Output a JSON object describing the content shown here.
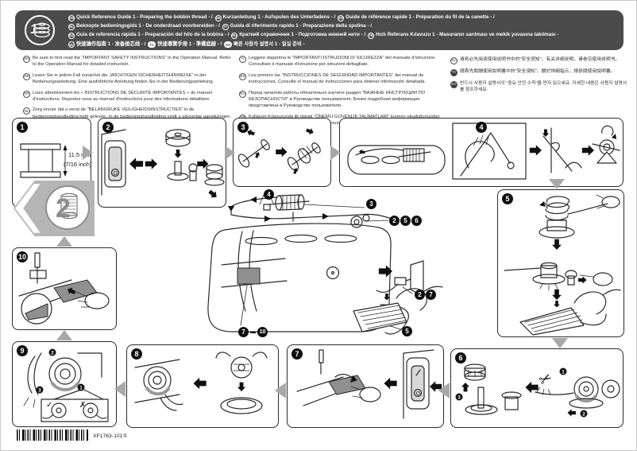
{
  "sheet": {
    "part_code": "XF1763-101①"
  },
  "header": {
    "badge_number": "1",
    "lines": [
      [
        {
          "code": "EN",
          "text": "Quick Reference Guide 1 - Preparing the bobbin thread - /"
        },
        {
          "code": "DE",
          "text": "Kurzanleitung 1 - Aufspulen des Unterfadens - /"
        },
        {
          "code": "FR",
          "text": "Guide de référence rapide 1 - Préparation du fil de la canette - /"
        }
      ],
      [
        {
          "code": "NL",
          "text": "Beknopte bedieningsgids 1 - De onderdraad voorbereiden - /"
        },
        {
          "code": "IT",
          "text": "Guida di riferimento rapido 1 - Preparazione della spolina - /"
        }
      ],
      [
        {
          "code": "ES",
          "text": "Guía de referencia rápida 1 - Preparación del hilo de la bobina - /"
        },
        {
          "code": "RU",
          "text": "Краткий справочник 1 - Подготовка нижней нити - /"
        },
        {
          "code": "TR",
          "text": "Hızlı Referans Kılavuzu 1 - Masuranın sarılması ve mekik yuvasına takılması -"
        }
      ],
      [
        {
          "code": "SC",
          "text": "快速操作指南 1 - 准备梭芯线 - /"
        },
        {
          "code": "TC",
          "text": "快速導覽手冊 1 - 準備底線 - /"
        },
        {
          "code": "KO",
          "text": "빠른 사용자 설명서 1 - 밑실 준비 -"
        }
      ]
    ]
  },
  "notes": {
    "col1": [
      {
        "code": "EN",
        "text": "Be sure to first read the \"IMPORTANT SAFETY INSTRUCTIONS\" in the Operation Manual. Refer to the Operation Manual for detailed instruction."
      },
      {
        "code": "DE",
        "text": "Lesen Sie in jedem Fall zunächst die „WICHTIGEN SICHERHEITSHINWEISE\" in der Bedienungsanleitung. Eine ausführliche Anleitung finden Sie in der Bedienungsanleitung."
      },
      {
        "code": "FR",
        "text": "Lisez attentivement les « INSTRUCTIONS DE SÉCURITÉ IMPORTANTES » du manuel d'instructions. Reportez-vous au manuel d'instructions pour des informations détaillées."
      },
      {
        "code": "NL",
        "text": "Zorg ervoor dat u eerst de \"BELANGRIJKE VEILIGHEIDSINSTRUCTIES\" in de bedieningshandleiding hebt gelezen. In de bedieningshandleiding vindt u uitvoerige aanwijzingen."
      }
    ],
    "col2": [
      {
        "code": "IT",
        "text": "Leggere dapprima le \"IMPORTANTI ISTRUZIONI DI SICUREZZA\" del manuale d'istruzione. Consultare il manuale d'istruzione per istruzioni dettagliate."
      },
      {
        "code": "ES",
        "text": "Lea primero las \"INSTRUCCIONES DE SEGURIDAD IMPORTANTES\" del manual de instrucciones. Consulte el manual de instrucciones para obtener información detallada."
      },
      {
        "code": "RU",
        "text": "Перед началом работы обязательно изучите раздел \"ВАЖНЫЕ ИНСТРУКЦИИ ПО БЕЗОПАСНОСТИ\" в Руководстве пользователя. Более подробная информация представлена в Руководстве пользователя."
      },
      {
        "code": "TR",
        "text": "Kullanım Kılavuzunda ilk olarak \"ÖNEMLİ GÜVENLİK TALİMATLARI\" kısmını okuduğunuzdan emin olun. Detaylı bilgi için Kullanım Kılavuzuna başvurun."
      }
    ],
    "col3": [
      {
        "code": "SC",
        "text": "请务必先阅读使用说明书中的\"安全须知\"。有关详细说明，请参见使用说明书。"
      },
      {
        "code": "TC",
        "text": "請首先閱讀使用說明書中的\"安全須知\"。關於詳細指示，請參閱使用說明書。"
      },
      {
        "code": "KO",
        "text": "반드시 사용자 설명서의 \"중요 안전 수칙\"을 먼저 읽으세요. 자세한 내용은 사용자 설명서를 참조하세요."
      }
    ]
  },
  "section_badge": {
    "number": "2"
  },
  "panels": {
    "p1": {
      "num": "1",
      "dim_mm": "11.5 mm",
      "dim_inch": "(7/16 inch)"
    },
    "p2": {
      "num": "2",
      "switch_off": "O"
    },
    "p3": {
      "num": "3"
    },
    "p4": {
      "num": "4"
    },
    "p5": {
      "num": "5"
    },
    "p6": {
      "num": "6",
      "steps": [
        "1",
        "2",
        "3"
      ],
      "scissors": "✂"
    },
    "p7": {
      "num": "7",
      "switch_off": "O"
    },
    "p8": {
      "num": "8"
    },
    "p9": {
      "num": "9",
      "steps": [
        "1",
        "2",
        "3"
      ],
      "correct_mark": "✓",
      "wrong_mark": "✗"
    },
    "p10": {
      "num": "10"
    }
  },
  "machine_callouts": {
    "c4": "4",
    "c3": "3",
    "c256": [
      "2",
      "5",
      "6"
    ],
    "c27": [
      "2",
      "7"
    ],
    "c5": "5",
    "c7": "7",
    "c10": "10"
  }
}
